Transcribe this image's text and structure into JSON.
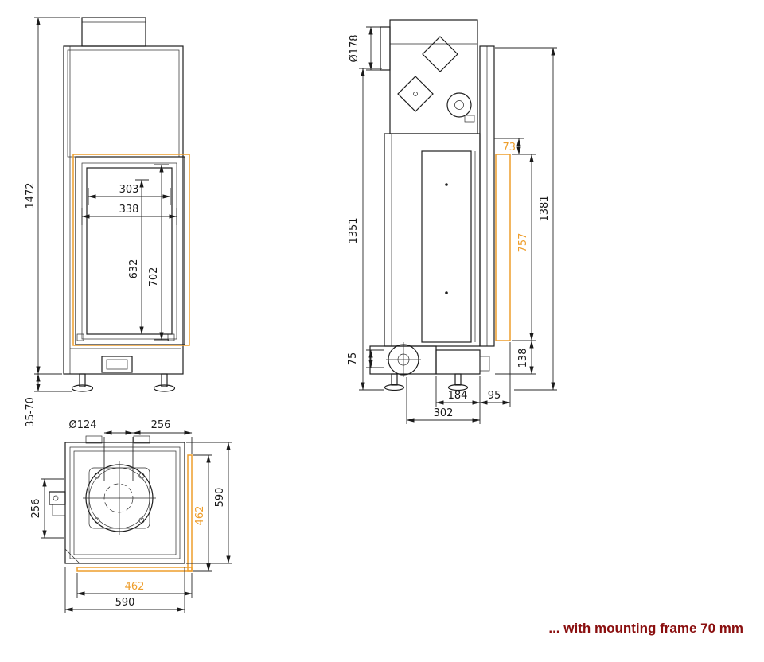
{
  "meta": {
    "note": "... with mounting frame 70 mm"
  },
  "colors": {
    "line": "#1e1e1e",
    "accent_orange": "#ee9e2c",
    "note_red": "#8a0f0f"
  },
  "front_view": {
    "dims": {
      "total_height": "1472",
      "foot_adjust": "35-70",
      "glass_width": "303",
      "opening_width": "338",
      "glass_height": "632",
      "opening_height": "702"
    }
  },
  "side_view": {
    "dims": {
      "flue_diameter": "Ø178",
      "body_height": "1351",
      "total_height": "1381",
      "frame_top_offset": "73",
      "frame_height": "757",
      "frame_bottom_offset": "138",
      "inlet_height": "75",
      "base_rear_depth": "184",
      "frame_depth": "95",
      "base_depth": "302"
    }
  },
  "plan_view": {
    "dims": {
      "flue_diameter": "Ø124",
      "flue_to_front": "256",
      "side_to_front": "256",
      "frame_side": "462",
      "frame_front": "462",
      "total_depth": "590",
      "total_width": "590"
    }
  }
}
